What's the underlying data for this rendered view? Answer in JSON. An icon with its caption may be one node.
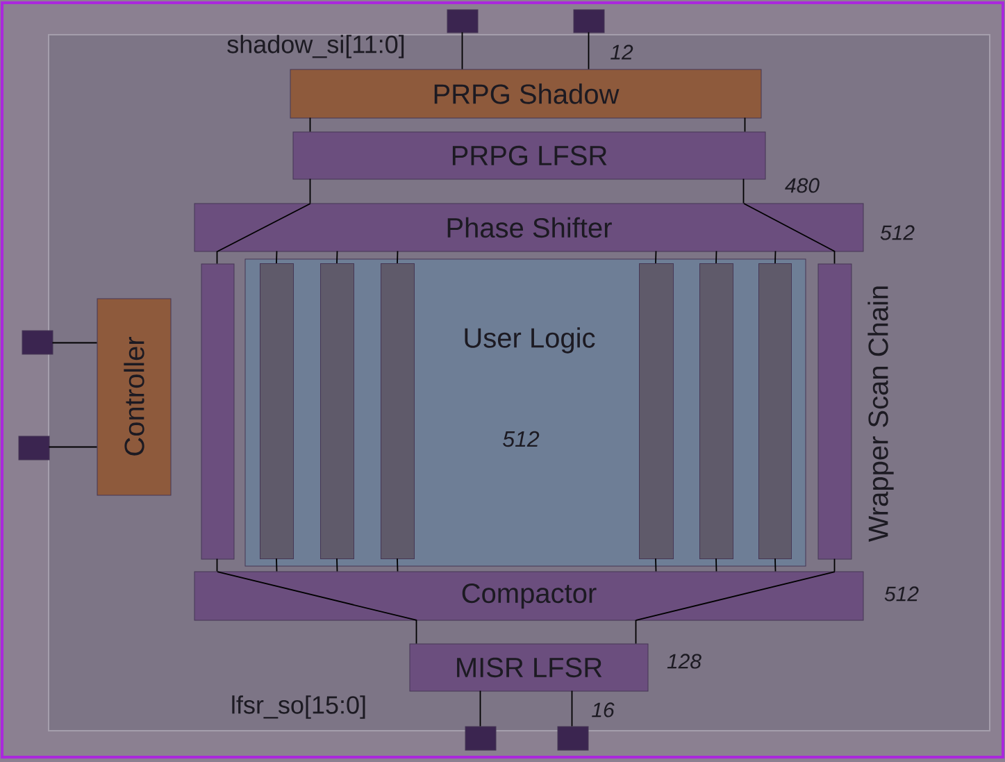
{
  "diagram": {
    "nodes": [
      {
        "text": [],
        "shape": "box"
      },
      {
        "text": [],
        "shape": "box"
      },
      {
        "text": [
          "PRPG Shadow"
        ]
      },
      {
        "text": [
          "PRPG LFSR"
        ]
      },
      {
        "text": [
          "Phase Shifter"
        ]
      },
      {
        "text": [
          "User Logic",
          "512"
        ]
      },
      {
        "text": [],
        "shape": "bar"
      },
      {
        "text": [],
        "shape": "bar",
        "in": 5
      },
      {
        "text": [],
        "shape": "bar",
        "in": 5
      },
      {
        "text": [],
        "shape": "bar",
        "in": 5
      },
      {
        "text": [],
        "shape": "bar",
        "in": 5
      },
      {
        "text": [],
        "shape": "bar",
        "in": 5
      },
      {
        "text": [],
        "shape": "bar",
        "in": 5
      },
      {
        "text": [],
        "shape": "bar"
      },
      {
        "text": [
          "Compactor"
        ]
      },
      {
        "text": [
          "MISR LFSR"
        ]
      },
      {
        "text": [],
        "shape": "box"
      },
      {
        "text": [],
        "shape": "box"
      },
      {
        "text": [
          "Controller"
        ]
      },
      {
        "text": [],
        "shape": "box"
      },
      {
        "text": [],
        "shape": "box"
      }
    ],
    "edges": [
      {
        "from": 0,
        "to": 2,
        "arrow": "none"
      },
      {
        "from": 1,
        "to": 2,
        "arrow": "none"
      },
      {
        "from": 2,
        "to": 3,
        "arrow": "none"
      },
      {
        "from": 2,
        "to": 3,
        "arrow": "none"
      },
      {
        "from": 3,
        "to": 4,
        "arrow": "none"
      },
      {
        "from": 3,
        "to": 4,
        "arrow": "none"
      },
      {
        "from": 4,
        "to": 6,
        "arrow": "none"
      },
      {
        "from": 4,
        "to": 7,
        "arrow": "none"
      },
      {
        "from": 4,
        "to": 8,
        "arrow": "none"
      },
      {
        "from": 4,
        "to": 9,
        "arrow": "none"
      },
      {
        "from": 4,
        "to": 10,
        "arrow": "none"
      },
      {
        "from": 4,
        "to": 11,
        "arrow": "none"
      },
      {
        "from": 4,
        "to": 12,
        "arrow": "none"
      },
      {
        "from": 4,
        "to": 13,
        "arrow": "none"
      },
      {
        "from": 6,
        "to": 14,
        "arrow": "none"
      },
      {
        "from": 7,
        "to": 14,
        "arrow": "none"
      },
      {
        "from": 8,
        "to": 14,
        "arrow": "none"
      },
      {
        "from": 9,
        "to": 14,
        "arrow": "none"
      },
      {
        "from": 10,
        "to": 14,
        "arrow": "none"
      },
      {
        "from": 11,
        "to": 14,
        "arrow": "none"
      },
      {
        "from": 12,
        "to": 14,
        "arrow": "none"
      },
      {
        "from": 13,
        "to": 14,
        "arrow": "none"
      },
      {
        "from": 14,
        "to": 15,
        "arrow": "none"
      },
      {
        "from": 14,
        "to": 15,
        "arrow": "none"
      },
      {
        "from": 15,
        "to": 16,
        "arrow": "none"
      },
      {
        "from": 15,
        "to": 17,
        "arrow": "none"
      },
      {
        "from": 19,
        "to": 18,
        "arrow": "none"
      },
      {
        "from": 20,
        "to": 18,
        "arrow": "none"
      }
    ],
    "labels": [
      "shadow_si[11:0]",
      "12",
      "480",
      "512",
      "Wrapper Scan Chain",
      "512",
      "128",
      "lfsr_so[15:0]",
      "16"
    ]
  }
}
